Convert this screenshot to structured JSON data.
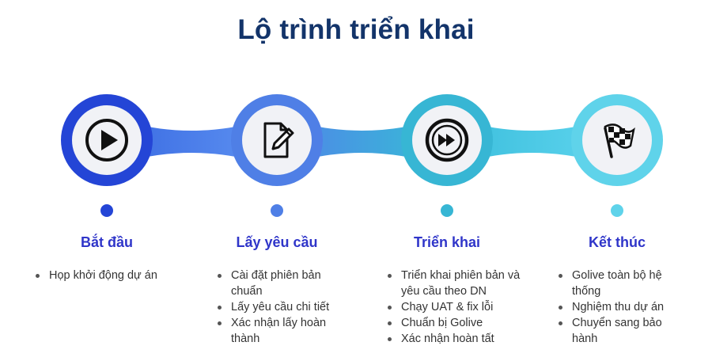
{
  "title": "Lộ trình triển khai",
  "stages": [
    {
      "name": "Bắt đầu",
      "icon": "play-icon",
      "color": "#2445d6",
      "items": [
        "Họp khởi động dự án"
      ]
    },
    {
      "name": "Lấy yêu cầu",
      "icon": "edit-document-icon",
      "color": "#4f7fe6",
      "items": [
        "Cài đặt phiên bản chuẩn",
        "Lấy yêu cầu chi tiết",
        "Xác nhận lấy hoàn thành"
      ]
    },
    {
      "name": "Triển khai",
      "icon": "fast-forward-icon",
      "color": "#37b6d4",
      "items": [
        "Triển khai phiên bản và yêu cầu theo DN",
        "Chạy UAT & fix lỗi",
        "Chuẩn bị Golive",
        "Xác nhận hoàn tất"
      ]
    },
    {
      "name": "Kết thúc",
      "icon": "checkered-flag-icon",
      "color": "#5fd3ea",
      "items": [
        "Golive toàn bộ hệ thống",
        "Nghiệm thu dự án",
        "Chuyển sang bảo hành"
      ]
    }
  ]
}
